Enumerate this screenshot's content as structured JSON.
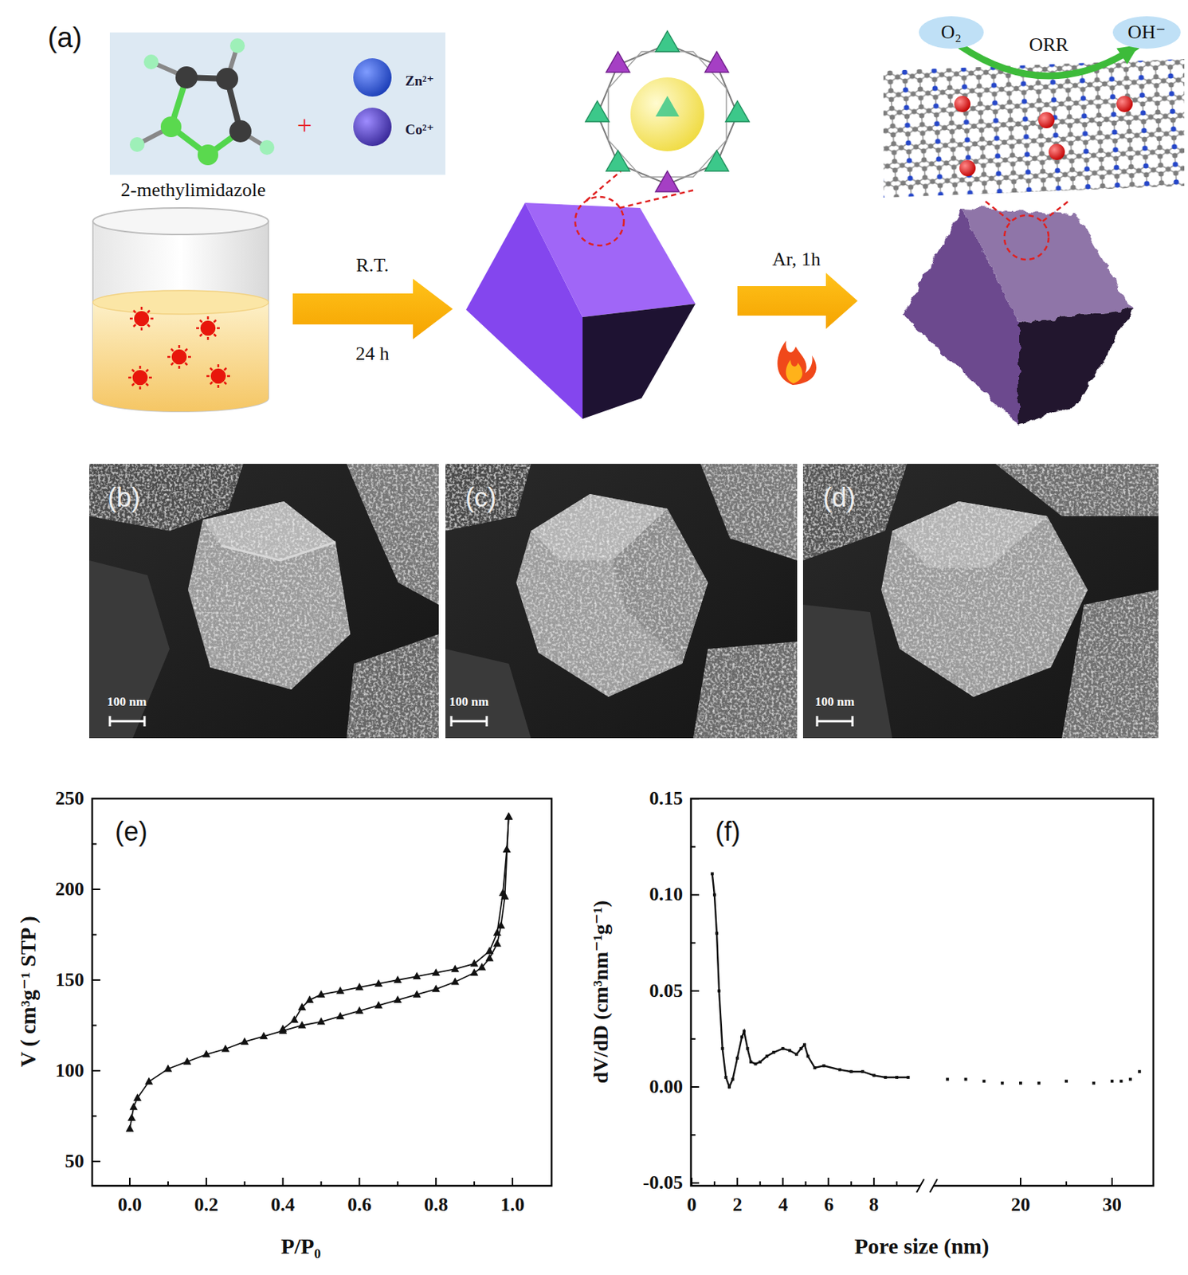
{
  "diagram": {
    "nodes": [
      {
        "text": [
          "+",
          "Zn²⁺",
          "Co²⁺"
        ]
      },
      {
        "text": [
          "O₂"
        ]
      },
      {
        "text": [
          "OH⁻"
        ]
      }
    ],
    "edges": [
      {
        "from": 1,
        "to": 2,
        "arrow": "to",
        "label": "ORR"
      }
    ],
    "labels": [
      "(a)",
      "2-methylimidazole",
      "R.T.",
      "24 h",
      "Ar, 1h",
      "(b)",
      "100 nm",
      "(c)",
      "100 nm",
      "(d)",
      "100 nm",
      "(e)",
      "250",
      "200",
      "150",
      "100",
      "50",
      "0.0",
      "0.2",
      "0.4",
      "0.6",
      "0.8",
      "1.0",
      "V ( cm³g⁻¹ STP )",
      "P/P₀",
      "(f)",
      "0.15",
      "0.10",
      "0.05",
      "0.00",
      "-0.05",
      "0",
      "2",
      "4",
      "6",
      "8",
      "20",
      "30",
      "dV/dD (cm³nm⁻¹g⁻¹)",
      "Pore size (nm)"
    ]
  }
}
